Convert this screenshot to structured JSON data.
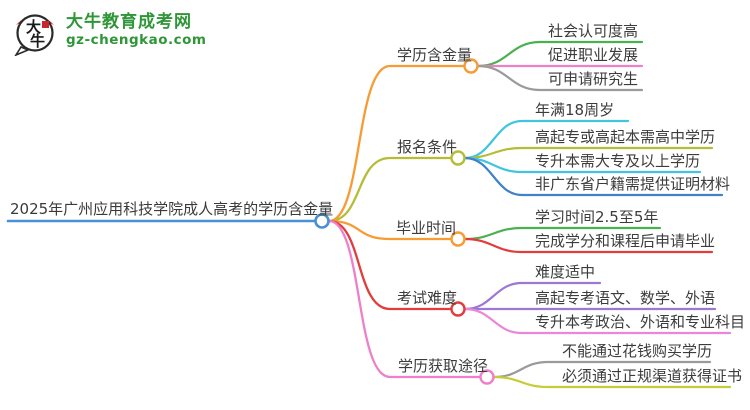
{
  "logo": {
    "icon_char_top": "大",
    "icon_char_bottom": "牛",
    "brand": "大牛教育成考网",
    "domain": "gz-chengkao.com",
    "brand_color": "#2f9637",
    "seal_color": "#c9252c"
  },
  "mindmap": {
    "root": {
      "label": "2025年广州应用科技学院成人高考的学历含金量",
      "color": "#4a90d2"
    },
    "branches": [
      {
        "label": "学历含金量",
        "color": "#f79b33",
        "children": [
          {
            "label": "社会认可度高",
            "color": "#4cb050"
          },
          {
            "label": "促进职业发展",
            "color": "#ee7fc8"
          },
          {
            "label": "可申请研究生",
            "color": "#9a9a9a"
          }
        ]
      },
      {
        "label": "报名条件",
        "color": "#b5bd37",
        "children": [
          {
            "label": "年满18周岁",
            "color": "#40c4e0"
          },
          {
            "label": "高起专或高起本需高中学历",
            "color": "#b5bd37"
          },
          {
            "label": "专升本需大专及以上学历",
            "color": "#40c4e0"
          },
          {
            "label": "非广东省户籍需提供证明材料",
            "color": "#4081c8"
          }
        ]
      },
      {
        "label": "毕业时间",
        "color": "#f79b33",
        "children": [
          {
            "label": "学习时间2.5至5年",
            "color": "#4cb050"
          },
          {
            "label": "完成学分和课程后申请毕业",
            "color": "#e23c3c"
          }
        ]
      },
      {
        "label": "考试难度",
        "color": "#e23c3c",
        "children": [
          {
            "label": "难度适中",
            "color": "#9d77d4"
          },
          {
            "label": "高起专考语文、数学、外语",
            "color": "#9d77d4"
          },
          {
            "label": "专升本考政治、外语和专业科目",
            "color": "#ec86d8"
          }
        ]
      },
      {
        "label": "学历获取途径",
        "color": "#ee7fc8",
        "children": [
          {
            "label": "不能通过花钱购买学历",
            "color": "#9a9a9a"
          },
          {
            "label": "必须通过正规渠道获得证书",
            "color": "#c6cc35"
          }
        ]
      }
    ]
  }
}
